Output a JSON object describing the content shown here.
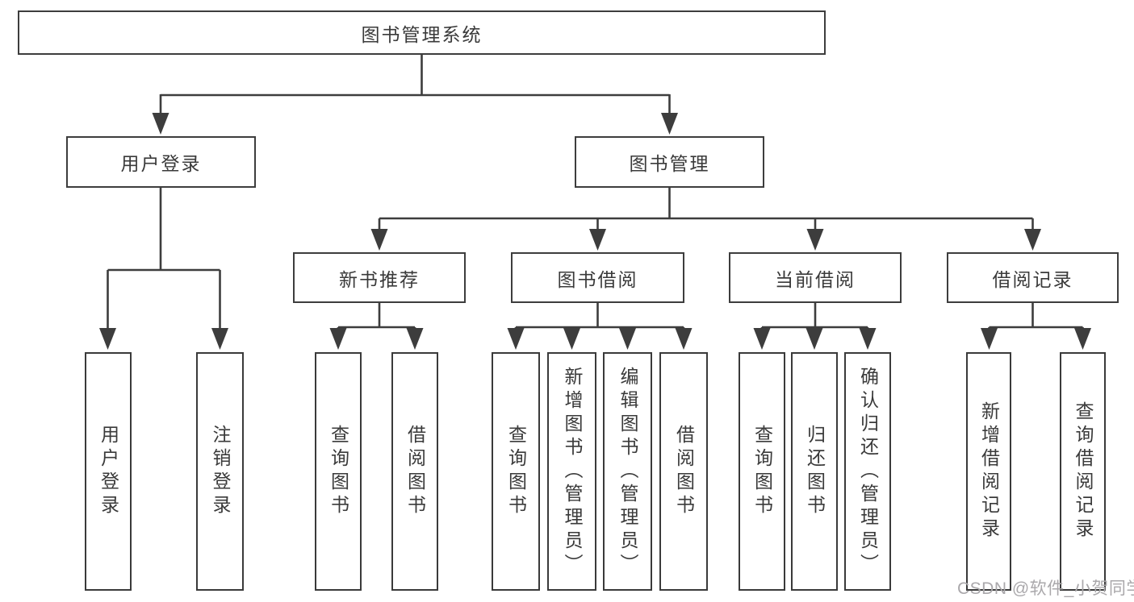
{
  "diagram_title": "图书管理系统",
  "tree": {
    "root": {
      "label": "图书管理系统"
    },
    "user_login": {
      "label": "用户登录",
      "leaves": [
        "用户登录",
        "注销登录"
      ]
    },
    "book_mgmt": {
      "label": "图书管理",
      "groups": [
        {
          "label": "新书推荐",
          "leaves": [
            "查询图书",
            "借阅图书"
          ]
        },
        {
          "label": "图书借阅",
          "leaves": [
            "查询图书",
            "新增图书（管理员）",
            "编辑图书（管理员）",
            "借阅图书"
          ]
        },
        {
          "label": "当前借阅",
          "leaves": [
            "查询图书",
            "归还图书",
            "确认归还（管理员）"
          ]
        },
        {
          "label": "借阅记录",
          "leaves": [
            "新增借阅记录",
            "查询借阅记录"
          ]
        }
      ]
    }
  },
  "watermark": {
    "text": "CSDN @软件_小贺同学"
  },
  "colors": {
    "line": "#3d3d3d",
    "box_border": "#3a3a3a",
    "box_background": "#ffffff",
    "text": "#3a3a3a",
    "watermark": "#aaa8ab"
  }
}
